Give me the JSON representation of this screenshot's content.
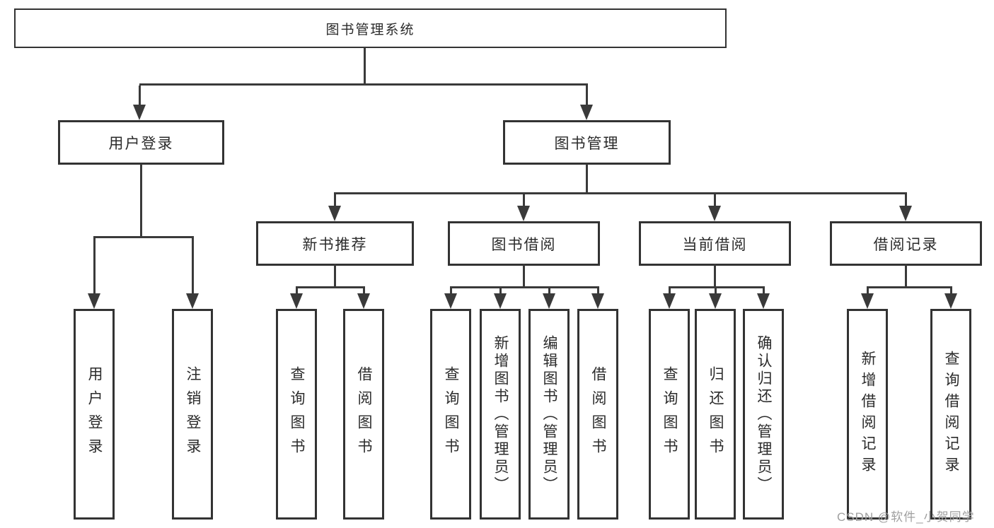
{
  "diagram_type": "hierarchy-tree",
  "colors": {
    "background": "#ffffff",
    "box_border": "#333333",
    "line": "#3a3a3a",
    "text": "#2b2b2b",
    "watermark": "#a0a0a0"
  },
  "tree": {
    "label": "图书管理系统",
    "children": [
      {
        "label": "用户登录",
        "children": [
          {
            "label": "用户登录"
          },
          {
            "label": "注销登录"
          }
        ]
      },
      {
        "label": "图书管理",
        "children": [
          {
            "label": "新书推荐",
            "children": [
              {
                "label": "查询图书"
              },
              {
                "label": "借阅图书"
              }
            ]
          },
          {
            "label": "图书借阅",
            "children": [
              {
                "label": "查询图书"
              },
              {
                "label": "新增图书（管理员）"
              },
              {
                "label": "编辑图书（管理员）"
              },
              {
                "label": "借阅图书"
              }
            ]
          },
          {
            "label": "当前借阅",
            "children": [
              {
                "label": "查询图书"
              },
              {
                "label": "归还图书"
              },
              {
                "label": "确认归还（管理员）"
              }
            ]
          },
          {
            "label": "借阅记录",
            "children": [
              {
                "label": "新增借阅记录"
              },
              {
                "label": "查询借阅记录"
              }
            ]
          }
        ]
      }
    ]
  },
  "watermark": {
    "text": "CSDN @软件_小贺同学"
  }
}
